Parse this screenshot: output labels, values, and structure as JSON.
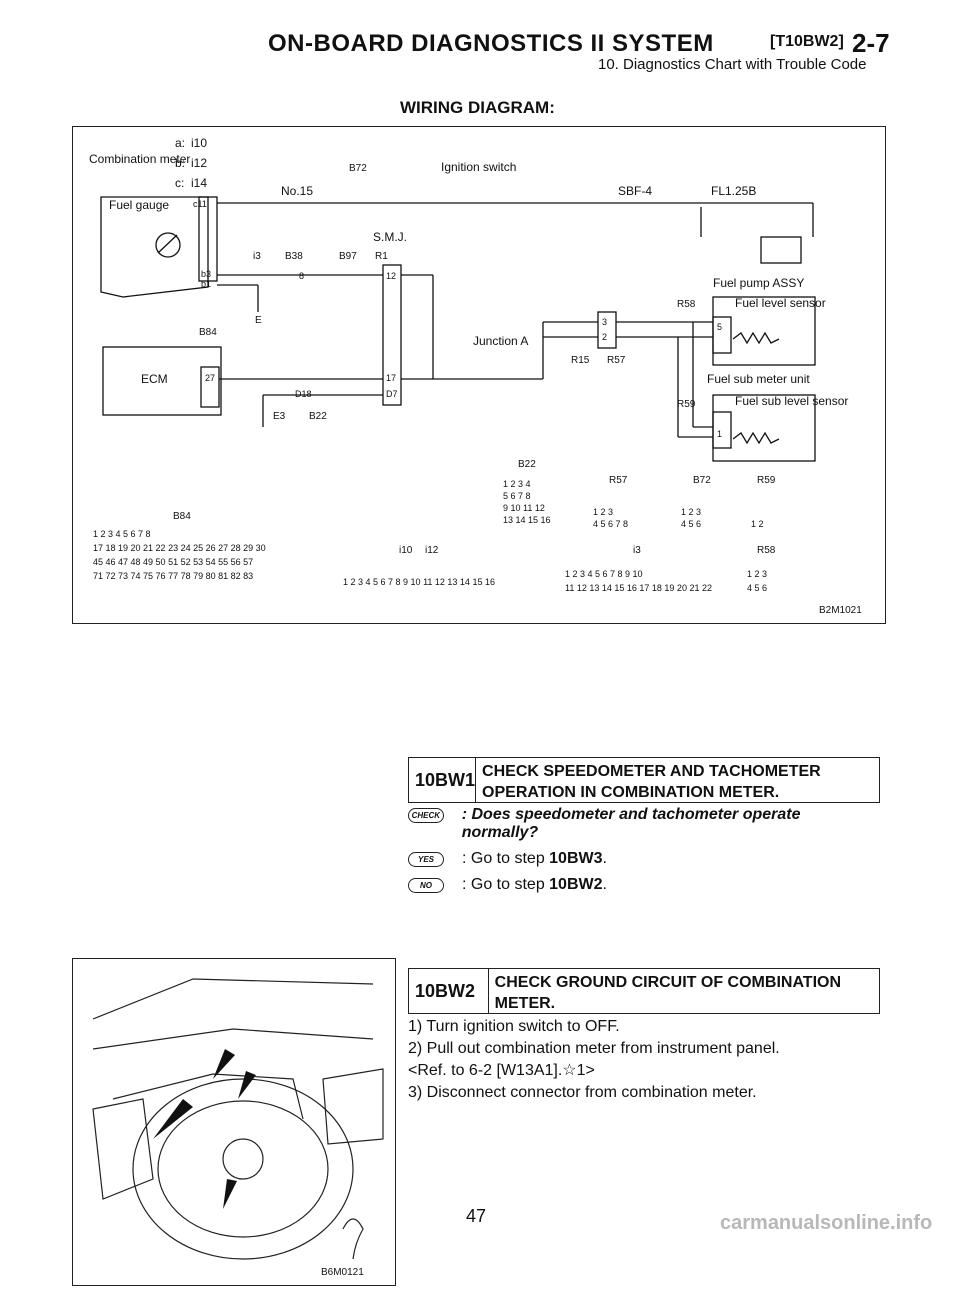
{
  "header": {
    "title": "ON-BOARD DIAGNOSTICS II SYSTEM",
    "code": "[T10BW2]",
    "page_ref": "2-7",
    "subtitle": "10. Diagnostics Chart with Trouble Code"
  },
  "wiring_diagram": {
    "title": "WIRING DIAGRAM:",
    "figure_id": "B2M1021",
    "labels": {
      "combination_meter": "Combination meter",
      "conn_a": "a:",
      "conn_b": "b:",
      "conn_c": "c:",
      "fuel_gauge": "Fuel gauge",
      "ecm": "ECM",
      "ignition_switch": "Ignition switch",
      "no15": "No.15",
      "sbf4": "SBF-4",
      "fl125b": "FL1.25B",
      "smj": "S.M.J.",
      "junction_a": "Junction A",
      "fuel_pump_assy": "Fuel pump ASSY",
      "fuel_level_sensor": "Fuel level sensor",
      "fuel_sub_meter_unit": "Fuel sub meter unit",
      "fuel_sub_level_sensor": "Fuel sub level sensor",
      "ground": "E"
    },
    "connectors": {
      "i10": "i10",
      "i12": "i12",
      "i14": "i14",
      "i3": "i3",
      "B38": "B38",
      "B72": "B72",
      "B97": "B97",
      "R1": "R1",
      "B84": "B84",
      "E3": "E3",
      "B22": "B22",
      "R15": "R15",
      "R57": "R57",
      "R58": "R58",
      "R59": "R59"
    },
    "pins": {
      "c11": "c11",
      "b3": "b3",
      "b1": "b1",
      "p8": "8",
      "p12": "12",
      "p27": "27",
      "p17": "17",
      "d7": "D7",
      "d18": "D18",
      "p3": "3",
      "p2": "2",
      "p5": "5",
      "p1": "1"
    },
    "connector_grids": {
      "b84_rows": [
        "1 2 3 4 5 6 7 8",
        "17 18 19 20 21 22 23 24 25 26 27 28 29 30",
        "45 46 47 48 49 50 51 52 53 54 55 56 57",
        "71 72 73 74 75 76 77 78 79 80 81 82 83"
      ],
      "b22_rows": [
        "1 2 3 4",
        "5 6 7 8",
        "9 10 11 12",
        "13 14 15 16"
      ],
      "i10_i12_row": "1 2 3 4 5 6 7 8 9 10 11 12 13 14 15 16",
      "r57_rows": [
        "1 2 3",
        "4 5 6 7 8"
      ],
      "b72_rows": [
        "1 2 3",
        "4 5 6"
      ],
      "r59_row": "1 2",
      "i3_rows": [
        "1 2 3 4 5 6 7 8 9 10",
        "11 12 13 14 15 16 17 18 19 20 21 22"
      ],
      "r58_rows": [
        "1 2 3",
        "4 5 6"
      ]
    }
  },
  "step_1": {
    "id": "10BW1",
    "title": "CHECK SPEEDOMETER AND TACHOMETER OPERATION IN COMBINATION METER.",
    "check_badge": "CHECK",
    "question": ": Does speedometer and tachometer operate normally?",
    "yes_badge": "YES",
    "yes_prefix": ": Go to step ",
    "yes_target": "10BW3",
    "no_badge": "NO",
    "no_prefix": ": Go to step ",
    "no_target": "10BW2"
  },
  "step_2": {
    "id": "10BW2",
    "title": "CHECK GROUND CIRCUIT OF COMBINATION METER.",
    "items": [
      "1) Turn ignition switch to OFF.",
      "2) Pull out combination meter from instrument panel.",
      "<Ref. to 6-2 [W13A1].☆1>",
      "3) Disconnect connector from combination meter."
    ]
  },
  "photo": {
    "figure_id": "B6M0121"
  },
  "footer": {
    "page_number": "47",
    "watermark": "carmanualsonline.info"
  }
}
